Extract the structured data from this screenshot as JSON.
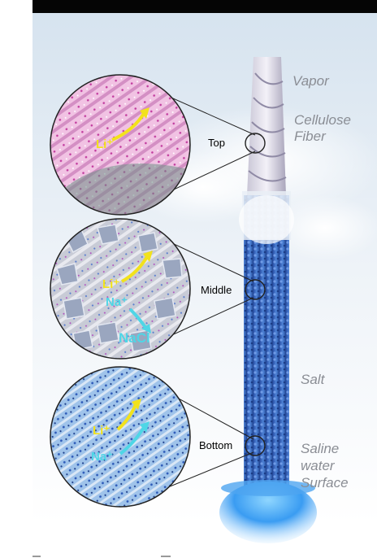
{
  "positions": {
    "top": "Top",
    "middle": "Middle",
    "bottom": "Bottom"
  },
  "right_labels": {
    "vapor": "Vapor",
    "cellulose_line1": "Cellulose",
    "cellulose_line2": "Fiber",
    "salt": "Salt",
    "saline_line1": "Saline",
    "saline_line2": "water",
    "saline_line3": "Surface"
  },
  "ions": {
    "top_li": "Li⁺",
    "middle_li": "Li⁺",
    "middle_na": "Na⁺",
    "middle_nacl": "NaCl",
    "bottom_li": "Li⁺",
    "bottom_na": "Na⁺"
  },
  "colors": {
    "li_arrow": "#f2e21c",
    "na_arrow": "#4fd6e6",
    "fiber_blue": "#2e5fb8",
    "water_blue": "#2f8df0",
    "top_zoom": "#e8a6d4"
  }
}
